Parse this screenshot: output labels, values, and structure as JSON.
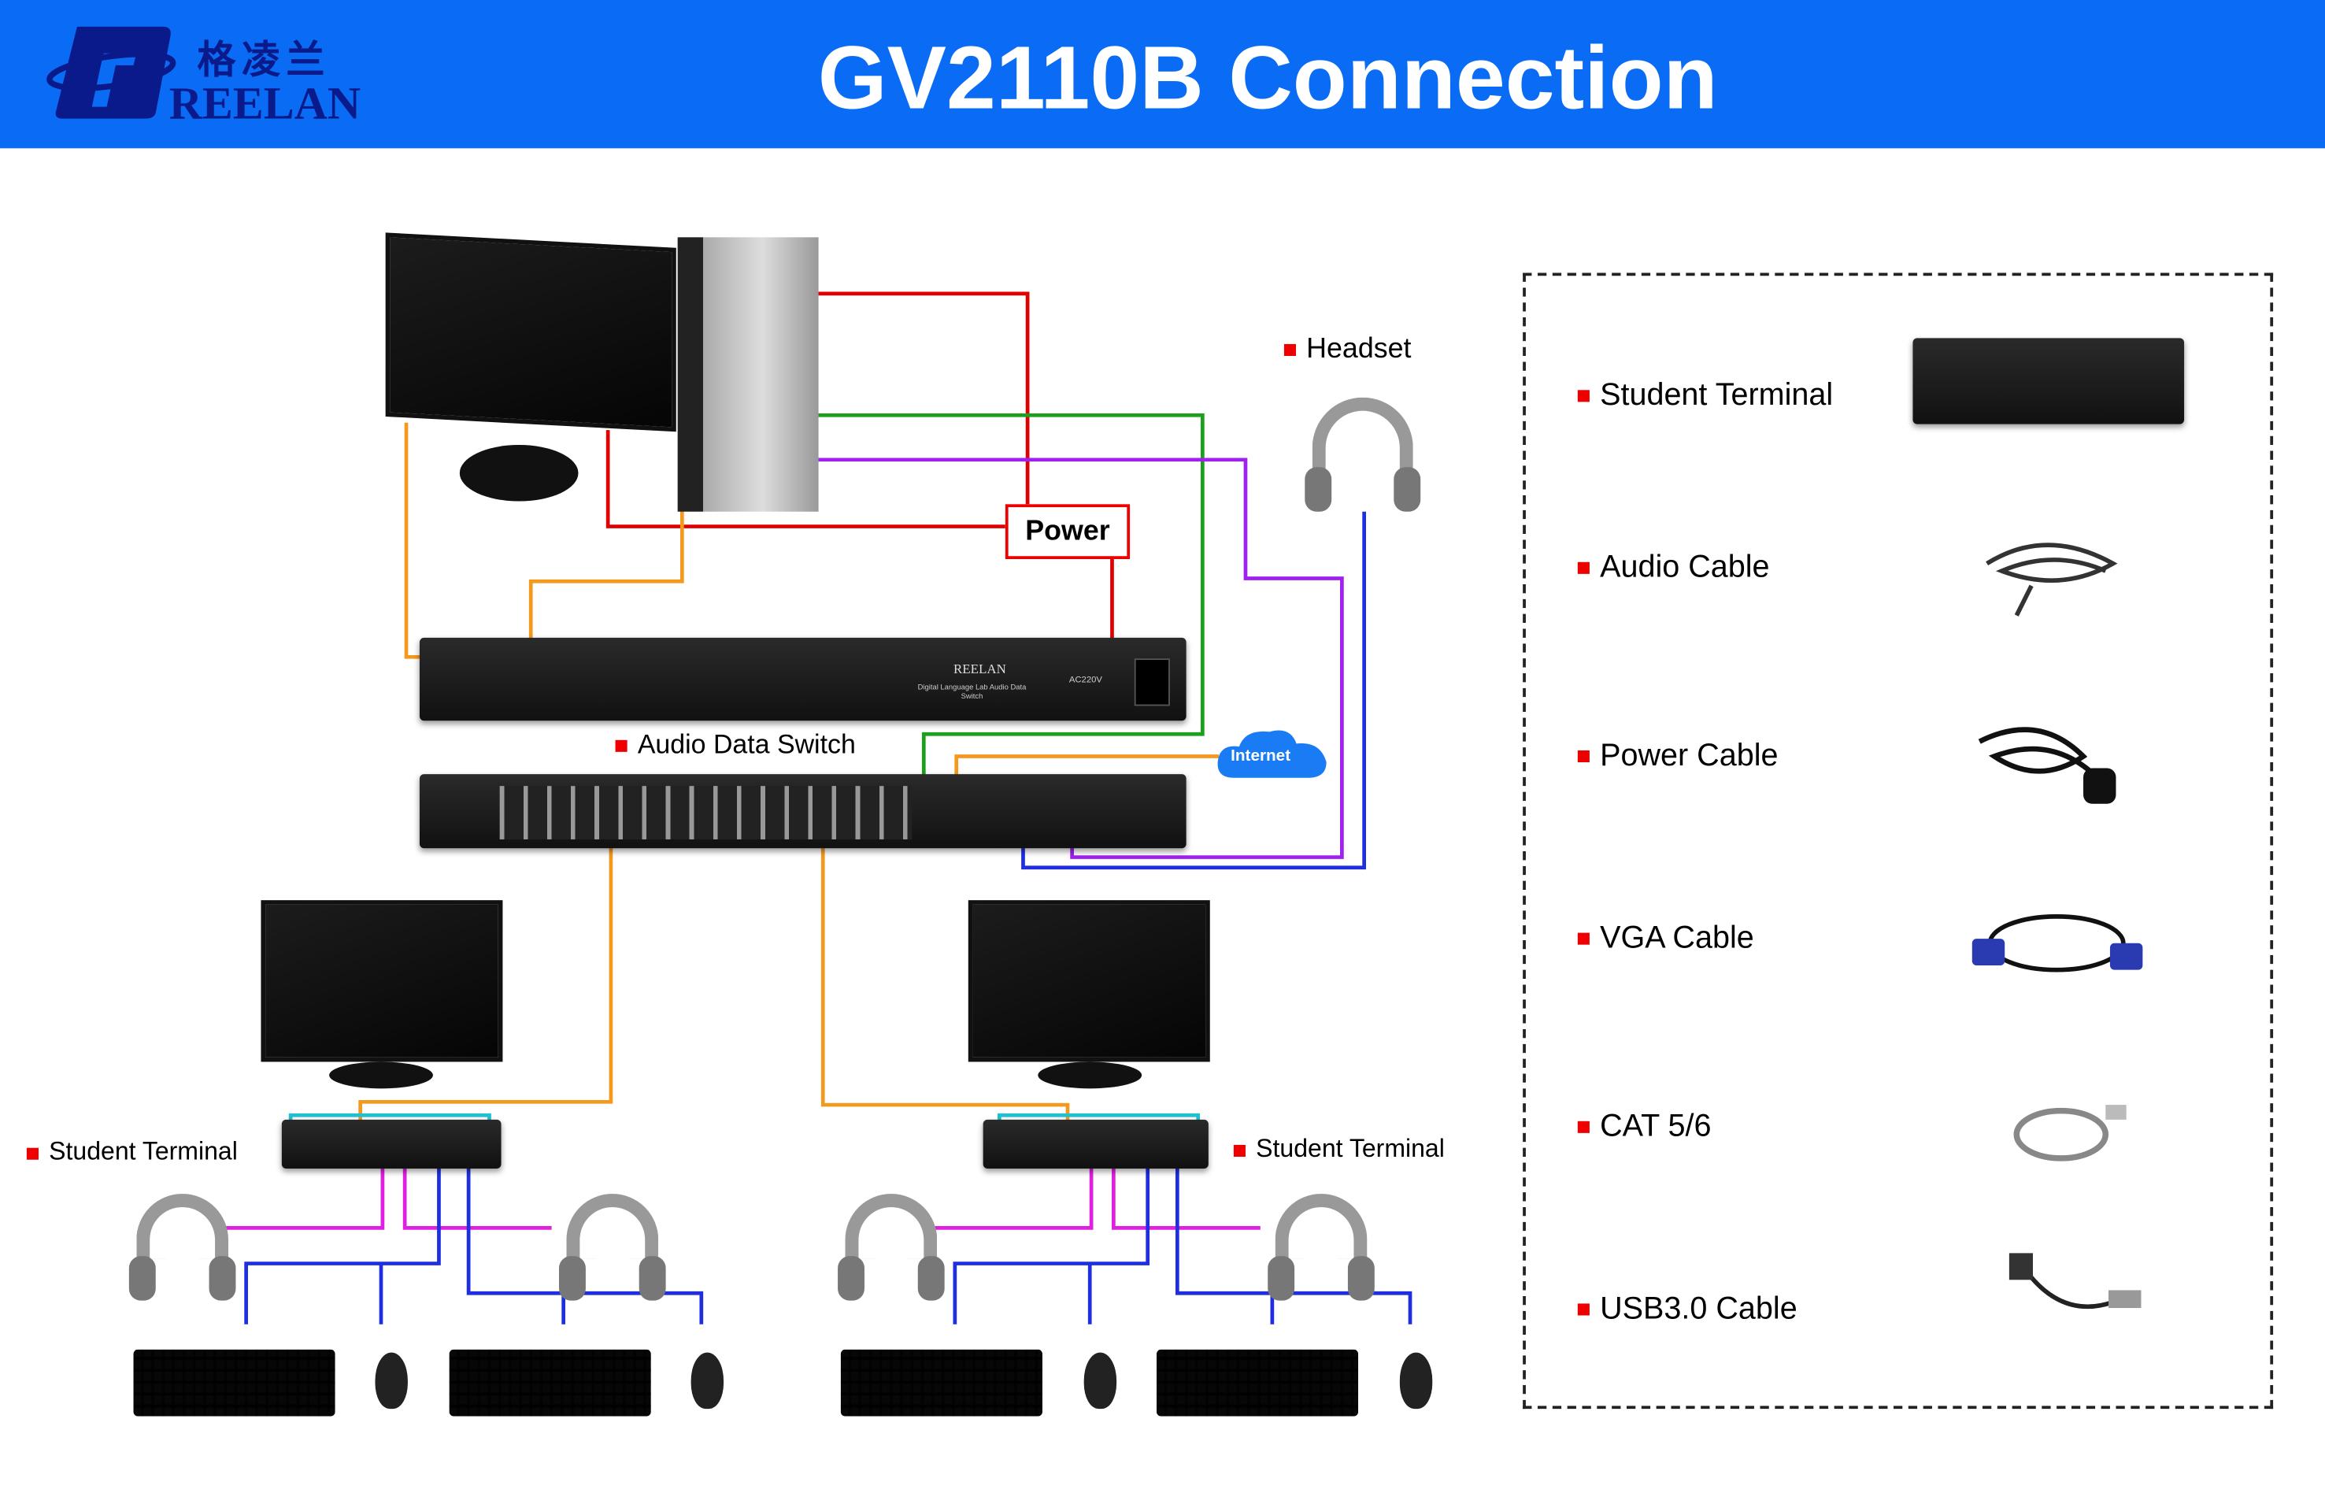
{
  "header": {
    "title": "GV2110B Connection",
    "logo_cn": "格凌兰",
    "logo_en": "REELAN",
    "background": "#0a6cf5"
  },
  "labels": {
    "power": "Power",
    "headset": "Headset",
    "audio_data_switch": "Audio Data Switch",
    "internet": "Internet",
    "student_terminal_left": "Student Terminal",
    "student_terminal_right": "Student Terminal",
    "rear_panel_brand": "REELAN",
    "rear_panel_text": "Digital Language Lab Audio Data Switch",
    "rear_panel_ac": "AC220V"
  },
  "legend": {
    "items": [
      {
        "label": "Student Terminal",
        "icon": "student-terminal-device"
      },
      {
        "label": "Audio Cable",
        "icon": "audio-cable"
      },
      {
        "label": "Power Cable",
        "icon": "power-cable"
      },
      {
        "label": "VGA Cable",
        "icon": "vga-cable"
      },
      {
        "label": "CAT 5/6",
        "icon": "ethernet-cable"
      },
      {
        "label": "USB3.0 Cable",
        "icon": "usb-cable"
      }
    ]
  },
  "colors": {
    "power": "#e00000",
    "vga": "#f39a1e",
    "network": "#f39a1e",
    "green": "#1aa01a",
    "audio": "#a020f0",
    "usb": "#1e2ee0",
    "headset_line": "#e020e0",
    "accent": "#0a6cf5"
  }
}
